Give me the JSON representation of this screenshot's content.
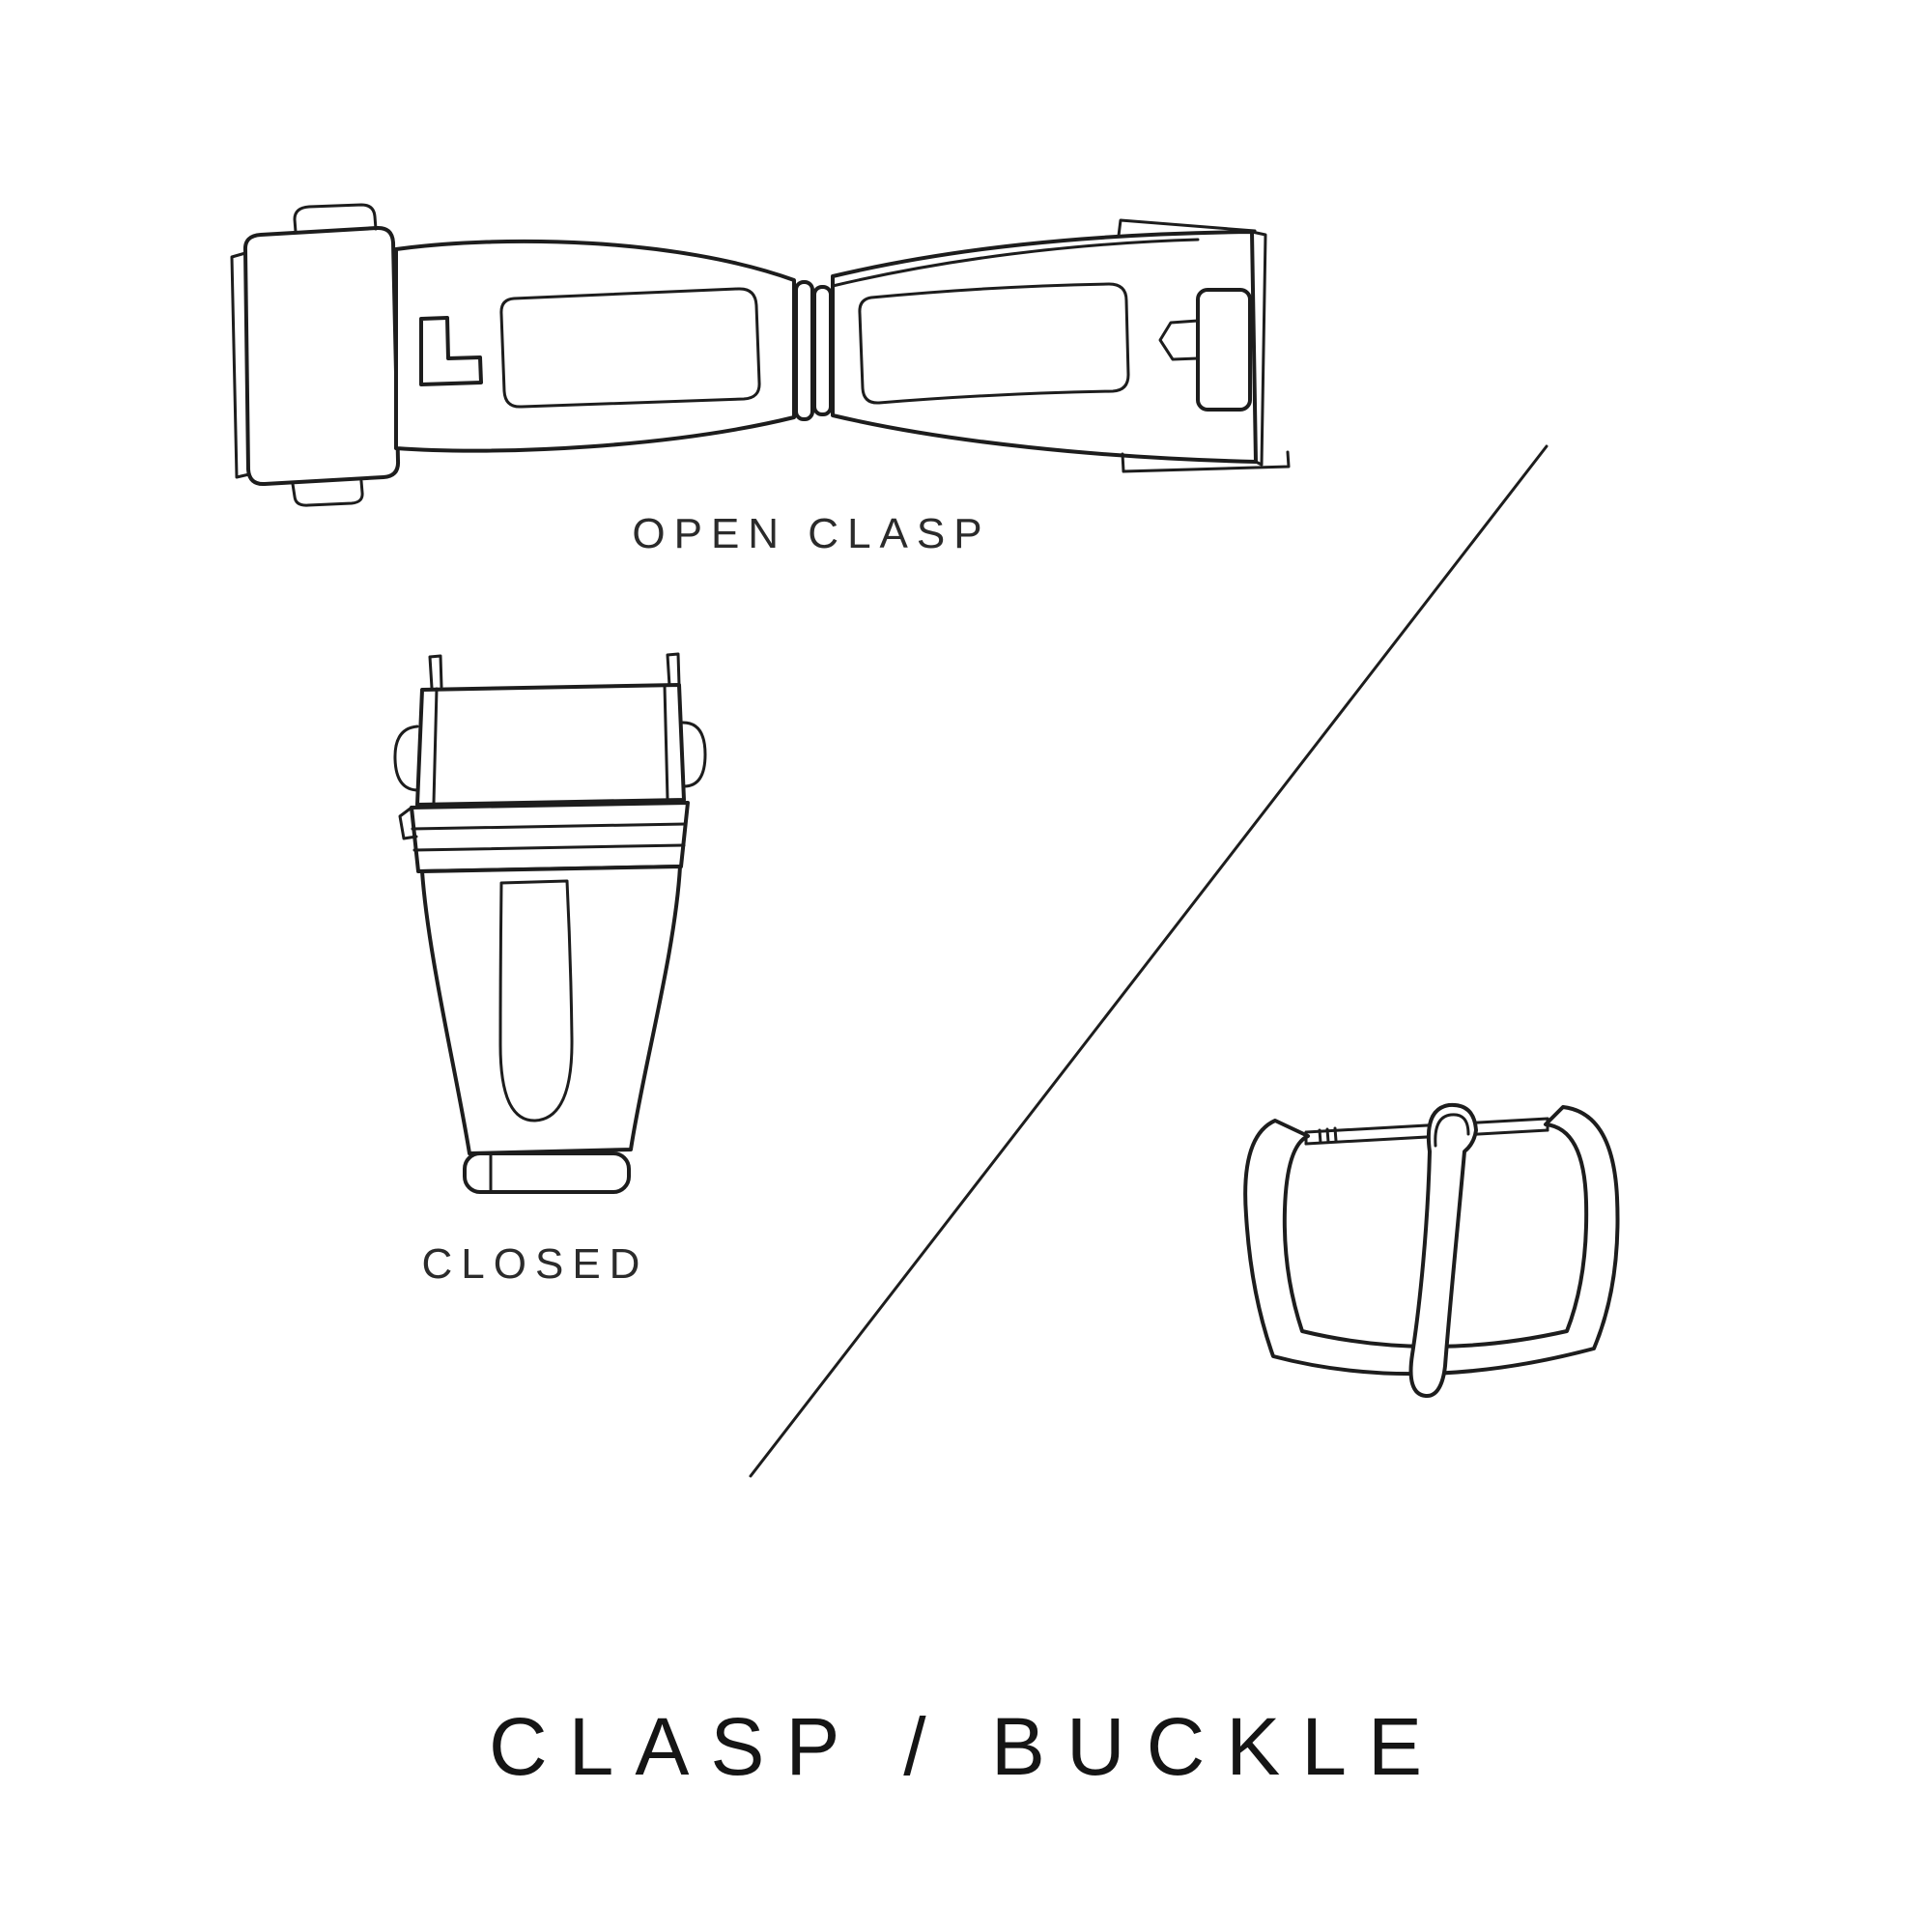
{
  "diagram": {
    "labels": {
      "open_clasp": "OPEN CLASP",
      "closed": "CLOSED",
      "title": "CLASP / BUCKLE"
    },
    "illustrations": [
      {
        "name": "open-clasp-illustration",
        "description": "deployant watch clasp shown open"
      },
      {
        "name": "closed-clasp-illustration",
        "description": "deployant watch clasp shown closed, top view"
      },
      {
        "name": "tang-buckle-illustration",
        "description": "tang pin buckle"
      },
      {
        "name": "divider-line",
        "description": "diagonal separator between clasp and buckle"
      }
    ],
    "colors": {
      "background": "#ffffff",
      "line": "#1d1d1d",
      "text": "#2b2b2b",
      "title_text": "#151515"
    }
  }
}
